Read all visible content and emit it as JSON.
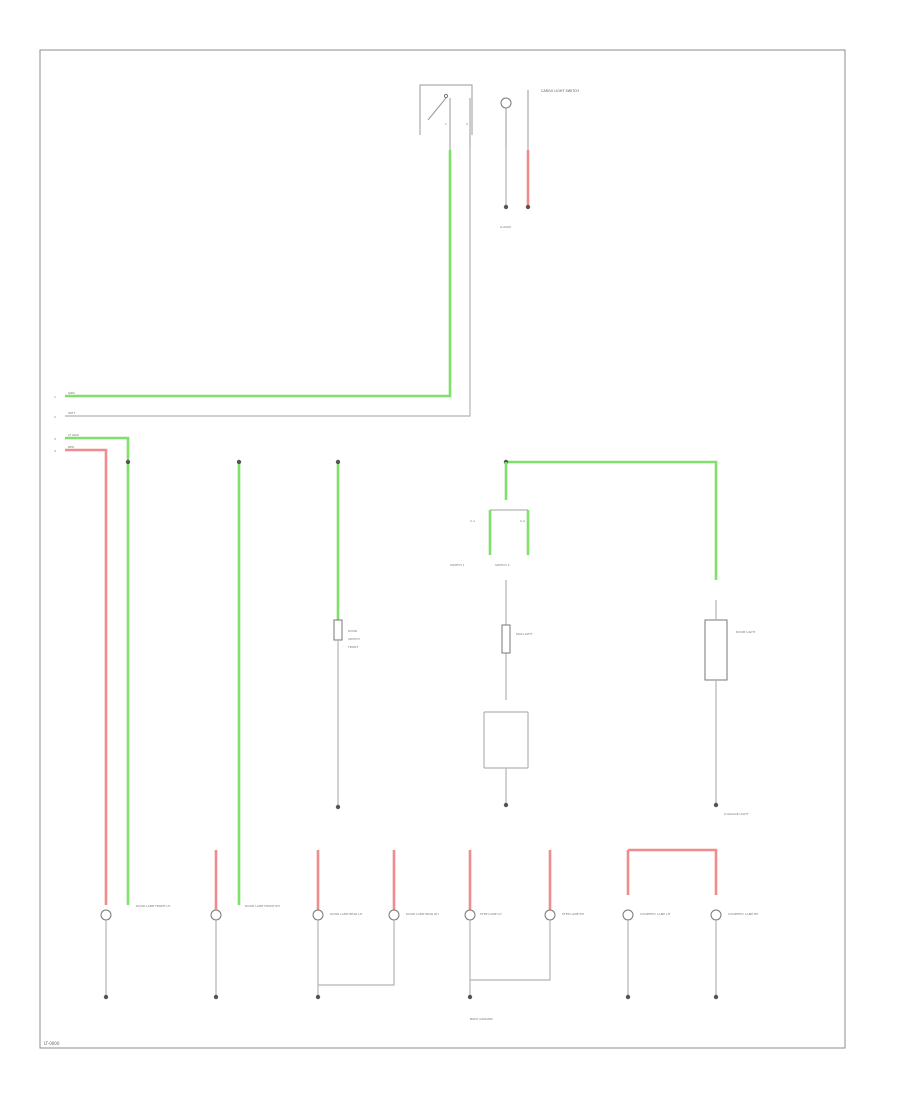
{
  "diagram": {
    "footer_code": "LT-0000",
    "top_switch_label": "CARGO LIGHT SWITCH",
    "top_ground_label": "G-0000",
    "left_wire_labels": [
      "GRN",
      "WHT",
      "LT GRN",
      "RED"
    ],
    "left_connector_pins": [
      "1",
      "2",
      "3",
      "4"
    ],
    "mid_connectors": [
      "C-1",
      "C-2"
    ],
    "mid_connector_labels": [
      "SWITCH 1",
      "SWITCH 2"
    ],
    "mid_module_label": "MAP LIGHT",
    "right_module_label": "ROOM LIGHT",
    "right_lower_label": "LUGGAGE LIGHT",
    "bottom_lamp_labels": [
      "DOOR LAMP FRONT LH",
      "DOOR LAMP FRONT RH",
      "DOOR LAMP REAR LH",
      "DOOR LAMP REAR RH",
      "STEP LAMP LH",
      "STEP LAMP RH",
      "COURTESY LAMP LH",
      "COURTESY LAMP RH"
    ],
    "bottom_ground_label": "BODY GROUND",
    "lamp_unit_code": "LAMP"
  },
  "colors": {
    "green_wire": "#7fe06a",
    "red_wire": "#f08c8c",
    "plain_wire": "#9a9a9a"
  }
}
